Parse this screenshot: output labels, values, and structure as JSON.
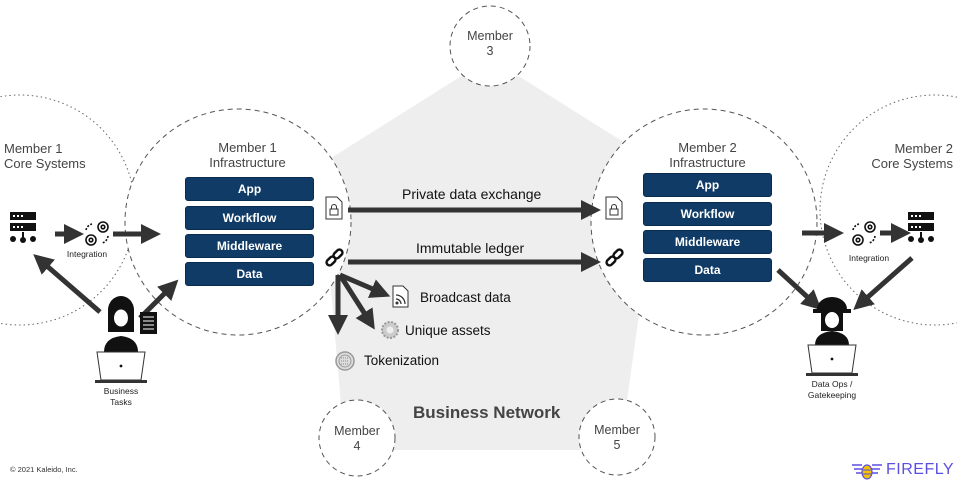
{
  "network": {
    "title": "Business Network",
    "members": [
      {
        "id": "member3",
        "line1": "Member",
        "line2": "3"
      },
      {
        "id": "member4",
        "line1": "Member",
        "line2": "4"
      },
      {
        "id": "member5",
        "line1": "Member",
        "line2": "5"
      }
    ]
  },
  "member1": {
    "core": {
      "line1": "Member 1",
      "line2": "Core Systems"
    },
    "integration_label": "Integration",
    "user_label": {
      "line1": "Business",
      "line2": "Tasks"
    },
    "infra": {
      "line1": "Member 1",
      "line2": "Infrastructure"
    },
    "stack": [
      "App",
      "Workflow",
      "Middleware",
      "Data"
    ]
  },
  "member2": {
    "core": {
      "line1": "Member 2",
      "line2": "Core Systems"
    },
    "integration_label": "Integration",
    "user_label": {
      "line1": "Data Ops /",
      "line2": "Gatekeeping"
    },
    "infra": {
      "line1": "Member 2",
      "line2": "Infrastructure"
    },
    "stack": [
      "App",
      "Workflow",
      "Middleware",
      "Data"
    ]
  },
  "flows": {
    "private": "Private data exchange",
    "ledger": "Immutable ledger"
  },
  "features": {
    "broadcast": "Broadcast data",
    "unique": "Unique assets",
    "tokenization": "Tokenization"
  },
  "footer": {
    "copyright": "© 2021 Kaleido, Inc.",
    "brand": "FIREFLY"
  },
  "colors": {
    "stack_block": "#0f3b66",
    "network_fill": "#eeeeee",
    "arrow": "#333333",
    "brand": "#5b4fe0",
    "brand_accent": "#f2c200"
  }
}
